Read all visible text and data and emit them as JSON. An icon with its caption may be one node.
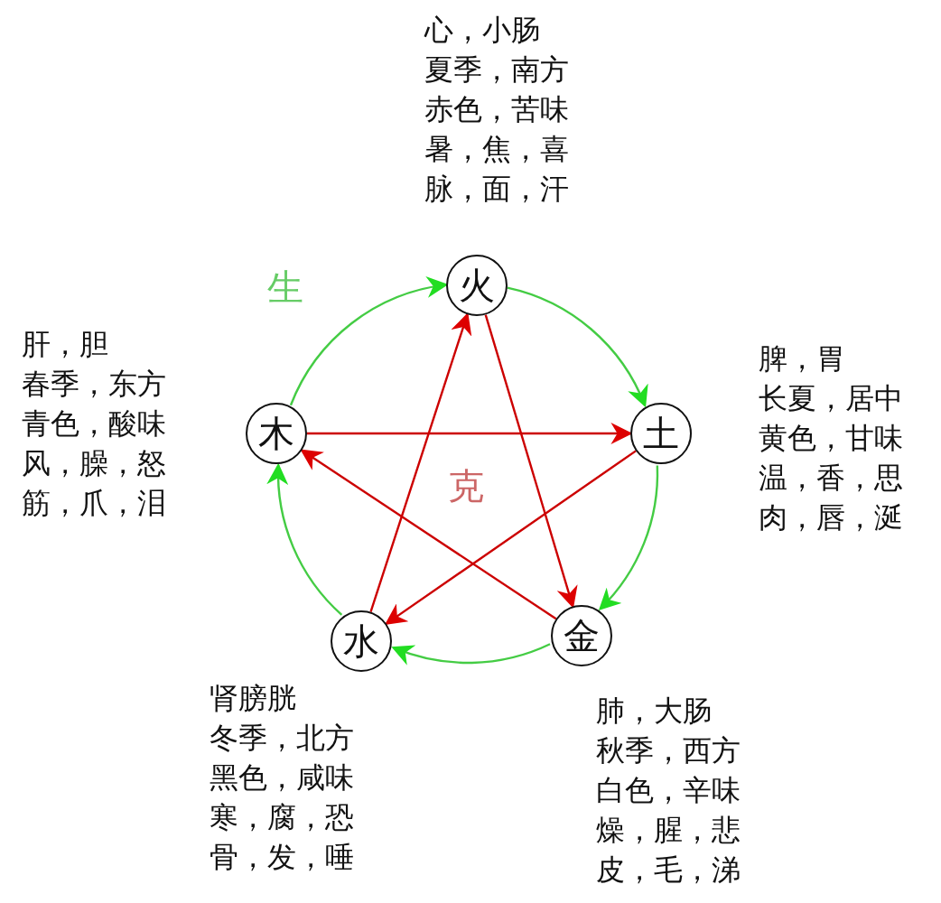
{
  "diagram": {
    "nodes": [
      {
        "text": [
          "火"
        ],
        "beside": [
          "心，小肠",
          "夏季，南方",
          "赤色，苦味",
          "暑，焦，喜",
          "脉，面，汗"
        ]
      },
      {
        "text": [
          "土"
        ],
        "beside": [
          "脾，胃",
          "长夏，居中",
          "黄色，甘味",
          "温，香，思",
          "肉，唇，涎"
        ]
      },
      {
        "text": [
          "金"
        ],
        "beside": [
          "肺，大肠",
          "秋季，西方",
          "白色，辛味",
          "燥，腥，悲",
          "皮，毛，涕"
        ]
      },
      {
        "text": [
          "水"
        ],
        "beside": [
          "肾膀胱",
          "冬季，北方",
          "黑色，咸味",
          "寒，腐，恐",
          "骨，发，唾"
        ]
      },
      {
        "text": [
          "木"
        ],
        "beside": [
          "肝，胆",
          "春季，东方",
          "青色，酸味",
          "风，臊，怒",
          "筋，爪，泪"
        ]
      }
    ],
    "edges": [
      {
        "from": 0,
        "to": 1,
        "arrow": "to"
      },
      {
        "from": 1,
        "to": 2,
        "arrow": "to"
      },
      {
        "from": 2,
        "to": 3,
        "arrow": "to"
      },
      {
        "from": 3,
        "to": 4,
        "arrow": "to"
      },
      {
        "from": 4,
        "to": 0,
        "arrow": "to"
      },
      {
        "from": 4,
        "to": 1,
        "arrow": "to",
        "color": "#cc0000"
      },
      {
        "from": 1,
        "to": 3,
        "arrow": "to",
        "color": "#cc0000"
      },
      {
        "from": 3,
        "to": 0,
        "arrow": "to",
        "color": "#cc0000"
      },
      {
        "from": 0,
        "to": 2,
        "arrow": "to",
        "color": "#cc0000"
      },
      {
        "from": 2,
        "to": 4,
        "arrow": "to",
        "color": "#cc0000"
      }
    ],
    "labels": [
      "生",
      "克"
    ]
  }
}
